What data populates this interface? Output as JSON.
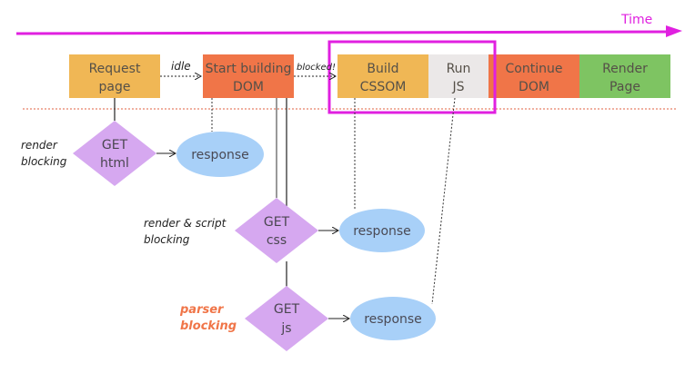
{
  "time_axis": {
    "label": "Time",
    "color": "#e020e0"
  },
  "timeline": [
    {
      "id": "request-page",
      "lines": [
        "Request",
        "page"
      ],
      "color": "#f0b755"
    },
    {
      "id": "start-building-dom",
      "lines": [
        "Start building",
        "DOM"
      ],
      "color": "#f07548"
    },
    {
      "id": "build-cssom",
      "lines": [
        "Build",
        "CSSOM"
      ],
      "color": "#f0b755"
    },
    {
      "id": "run-js",
      "lines": [
        "Run",
        "JS"
      ],
      "color": "#ebe8e8"
    },
    {
      "id": "continue-dom",
      "lines": [
        "Continue",
        "DOM"
      ],
      "color": "#f07548"
    },
    {
      "id": "render-page",
      "lines": [
        "Render",
        "Page"
      ],
      "color": "#7ec462"
    }
  ],
  "gaps": {
    "idle": "idle",
    "blocked": "blocked!"
  },
  "requests": [
    {
      "id": "html",
      "label": [
        "GET",
        "html"
      ],
      "note": [
        "render",
        "blocking"
      ],
      "response": "response"
    },
    {
      "id": "css",
      "label": [
        "GET",
        "css"
      ],
      "note": [
        "render & script",
        "blocking"
      ],
      "response": "response"
    },
    {
      "id": "js",
      "label": [
        "GET",
        "js"
      ],
      "note": [
        "parser",
        "blocking"
      ],
      "response": "response",
      "note_color": "#f07548"
    }
  ],
  "colors": {
    "request_node": "#d6a8f0",
    "response_node": "#a8d0f8",
    "highlight": "#e020e0",
    "divider": "#e06040"
  }
}
